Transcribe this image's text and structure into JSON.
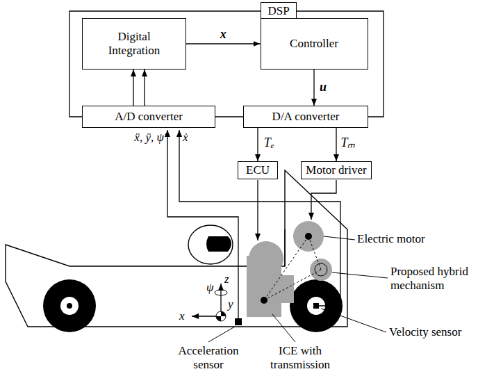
{
  "diagram": {
    "nodes": [
      {
        "text": [
          "DSP"
        ]
      },
      {
        "text": [
          "Digital Integration"
        ]
      },
      {
        "text": [
          "Controller"
        ]
      },
      {
        "text": [
          "A/D converter"
        ]
      },
      {
        "text": [
          "D/A converter"
        ]
      },
      {
        "text": [
          "ECU"
        ]
      },
      {
        "text": [
          "Motor driver"
        ]
      }
    ],
    "edges": [
      {
        "from": 0,
        "to": 3,
        "arrow": "none"
      },
      {
        "from": 0,
        "to": 4,
        "arrow": "none"
      },
      {
        "from": 1,
        "to": 2,
        "label": "x",
        "arrow": "to"
      },
      {
        "from": 2,
        "to": 4,
        "label": "u",
        "arrow": "to"
      },
      {
        "from": 3,
        "to": 1,
        "arrow": "to"
      },
      {
        "from": 3,
        "to": 1,
        "arrow": "to"
      },
      {
        "from": 3,
        "to": 4,
        "arrow": "none"
      },
      {
        "from": 4,
        "to": 5,
        "label": "Tₑ",
        "arrow": "to"
      },
      {
        "from": 4,
        "to": 6,
        "label": "Tₘ",
        "arrow": "to"
      }
    ],
    "labels": [
      "ẍ, ÿ, ψ̈",
      "ẋ",
      "Electric motor",
      "Proposed hybrid mechanism",
      "Velocity sensor",
      "Acceleration sensor",
      "ICE with transmission",
      "x",
      "y",
      "z",
      "ψ"
    ]
  }
}
